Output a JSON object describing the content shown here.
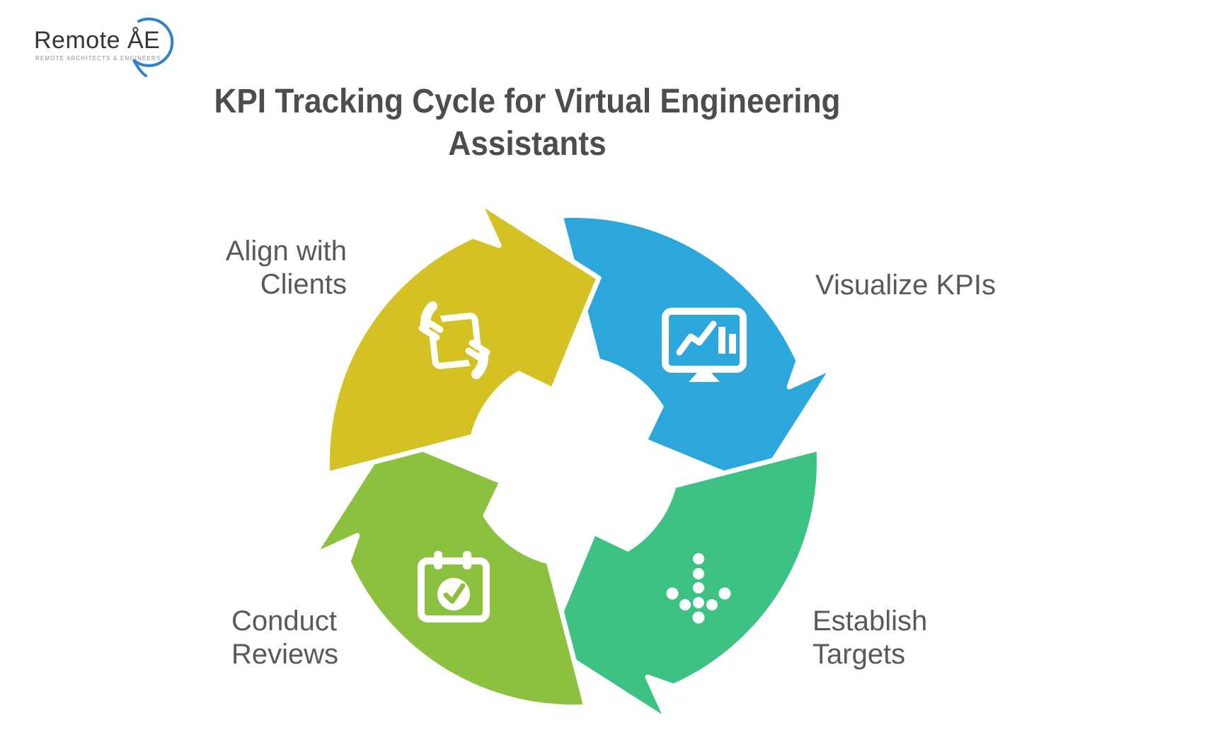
{
  "logo": {
    "wordmark": "Remote ÅE",
    "tagline": "REMOTE ARCHITECTS & ENGINEERS",
    "pin_color": "#2F80D0",
    "text_color": "#30363E"
  },
  "title": {
    "text": "KPI Tracking Cycle for Virtual Engineering Assistants",
    "color": "#4D4D4F"
  },
  "cycle": {
    "direction": "clockwise",
    "label_color": "#58595B",
    "steps": [
      {
        "label": "Align with Clients",
        "color": "#D4C123",
        "icon": "document-handoff-icon",
        "position": "top-left"
      },
      {
        "label": "Visualize KPIs",
        "color": "#2BA7DB",
        "icon": "monitor-chart-icon",
        "position": "top-right"
      },
      {
        "label": "Establish Targets",
        "color": "#3DC283",
        "icon": "dotted-down-arrow-icon",
        "position": "bottom-right"
      },
      {
        "label": "Conduct Reviews",
        "color": "#8CC03F",
        "icon": "calendar-check-icon",
        "position": "bottom-left"
      }
    ]
  }
}
